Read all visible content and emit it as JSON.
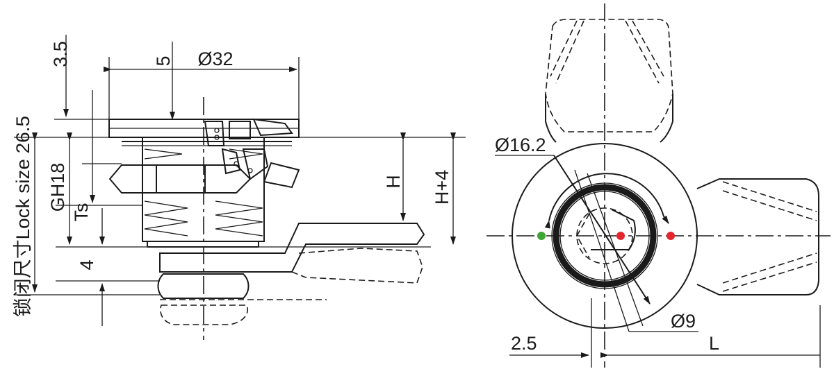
{
  "dimensions": {
    "d35": "3.5",
    "d5": "5",
    "d32": "Ø32",
    "lock": "锁闭尺寸Lock size 26.5",
    "gh": "GH18",
    "ts": "Ts",
    "d4": "4",
    "h": "H",
    "h4": "H+4",
    "d162": "Ø16.2",
    "d9": "Ø9",
    "d25": "2.5",
    "l": "L"
  },
  "colors": {
    "line": "#1a1a1a",
    "green_dot": "#3fa535",
    "red_dot": "#e3262d",
    "ring_fill": "#555555"
  }
}
